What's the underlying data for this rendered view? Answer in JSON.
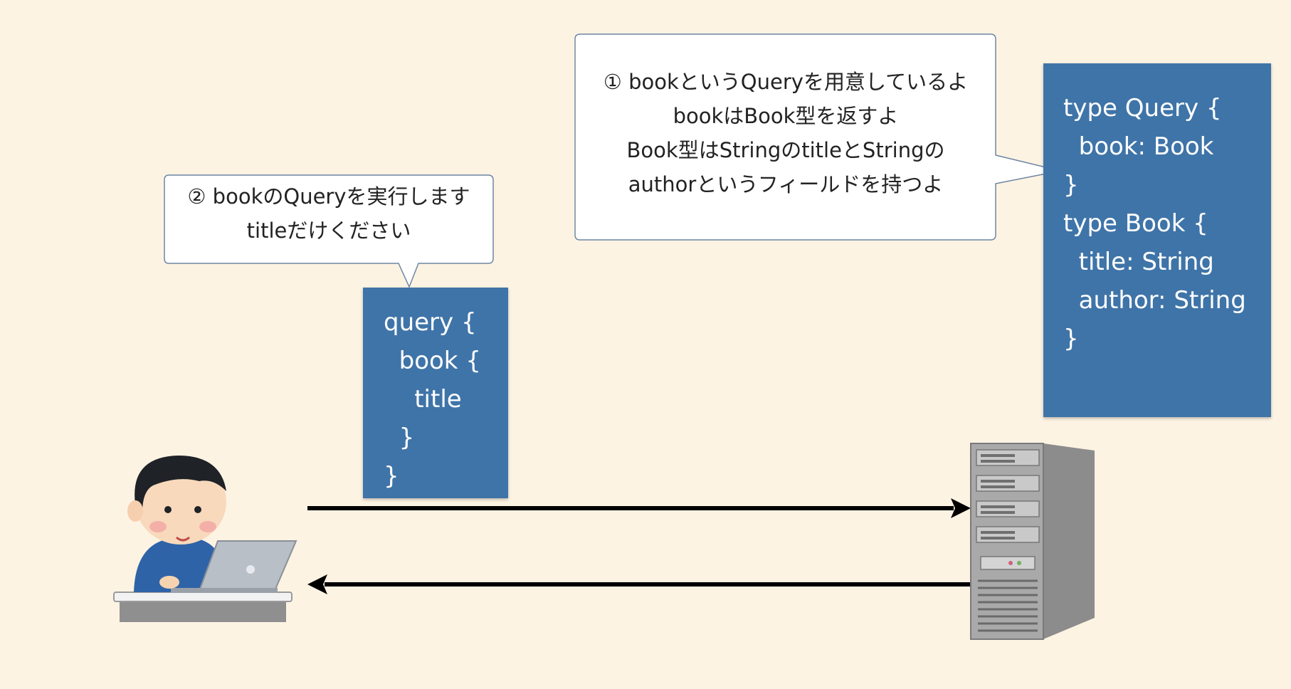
{
  "bubble_1": {
    "lines": [
      "① bookというQueryを用意しているよ",
      "bookはBook型を返すよ",
      "Book型はStringのtitleとStringの",
      "authorというフィールドを持つよ"
    ]
  },
  "bubble_2": {
    "lines": [
      "② bookのQueryを実行します",
      "titleだけください"
    ]
  },
  "schema_code": {
    "lines": [
      "type Query {",
      "  book: Book",
      "}",
      "",
      "type Book {",
      "  title: String",
      "  author: String",
      "}"
    ]
  },
  "query_code": {
    "lines": [
      "query {",
      "  book {",
      "    title",
      "  }",
      "}"
    ]
  },
  "colors": {
    "background": "#fdf3e3",
    "code_box": "#3f74a8",
    "arrow": "#000000"
  },
  "icons": {
    "user": "person-at-laptop-icon",
    "server": "server-tower-icon"
  }
}
